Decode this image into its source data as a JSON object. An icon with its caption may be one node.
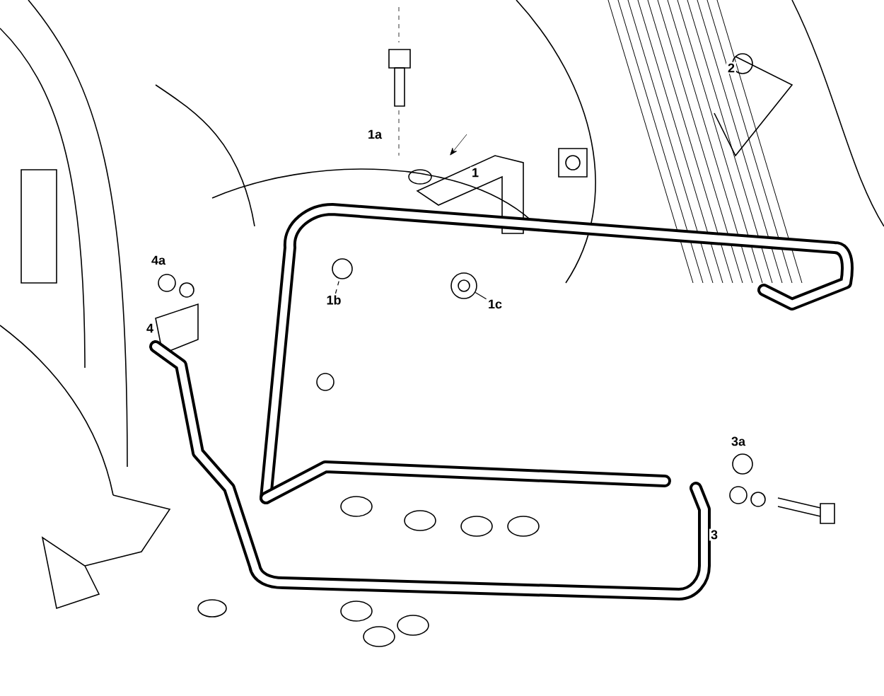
{
  "diagram": {
    "nodes": [
      {
        "text": [
          "1b"
        ]
      },
      {
        "text": [
          "1c"
        ]
      },
      {
        "text": [],
        "shape": "circle"
      },
      {
        "text": [],
        "shape": "circle"
      }
    ],
    "edges": [
      {
        "from": 0,
        "to": 2,
        "arrow": "none",
        "style": "dashed"
      },
      {
        "from": 1,
        "to": 3,
        "arrow": "none"
      }
    ],
    "labels": [
      "2",
      "1a",
      "1",
      "4a",
      "4",
      "3a",
      "3"
    ]
  }
}
